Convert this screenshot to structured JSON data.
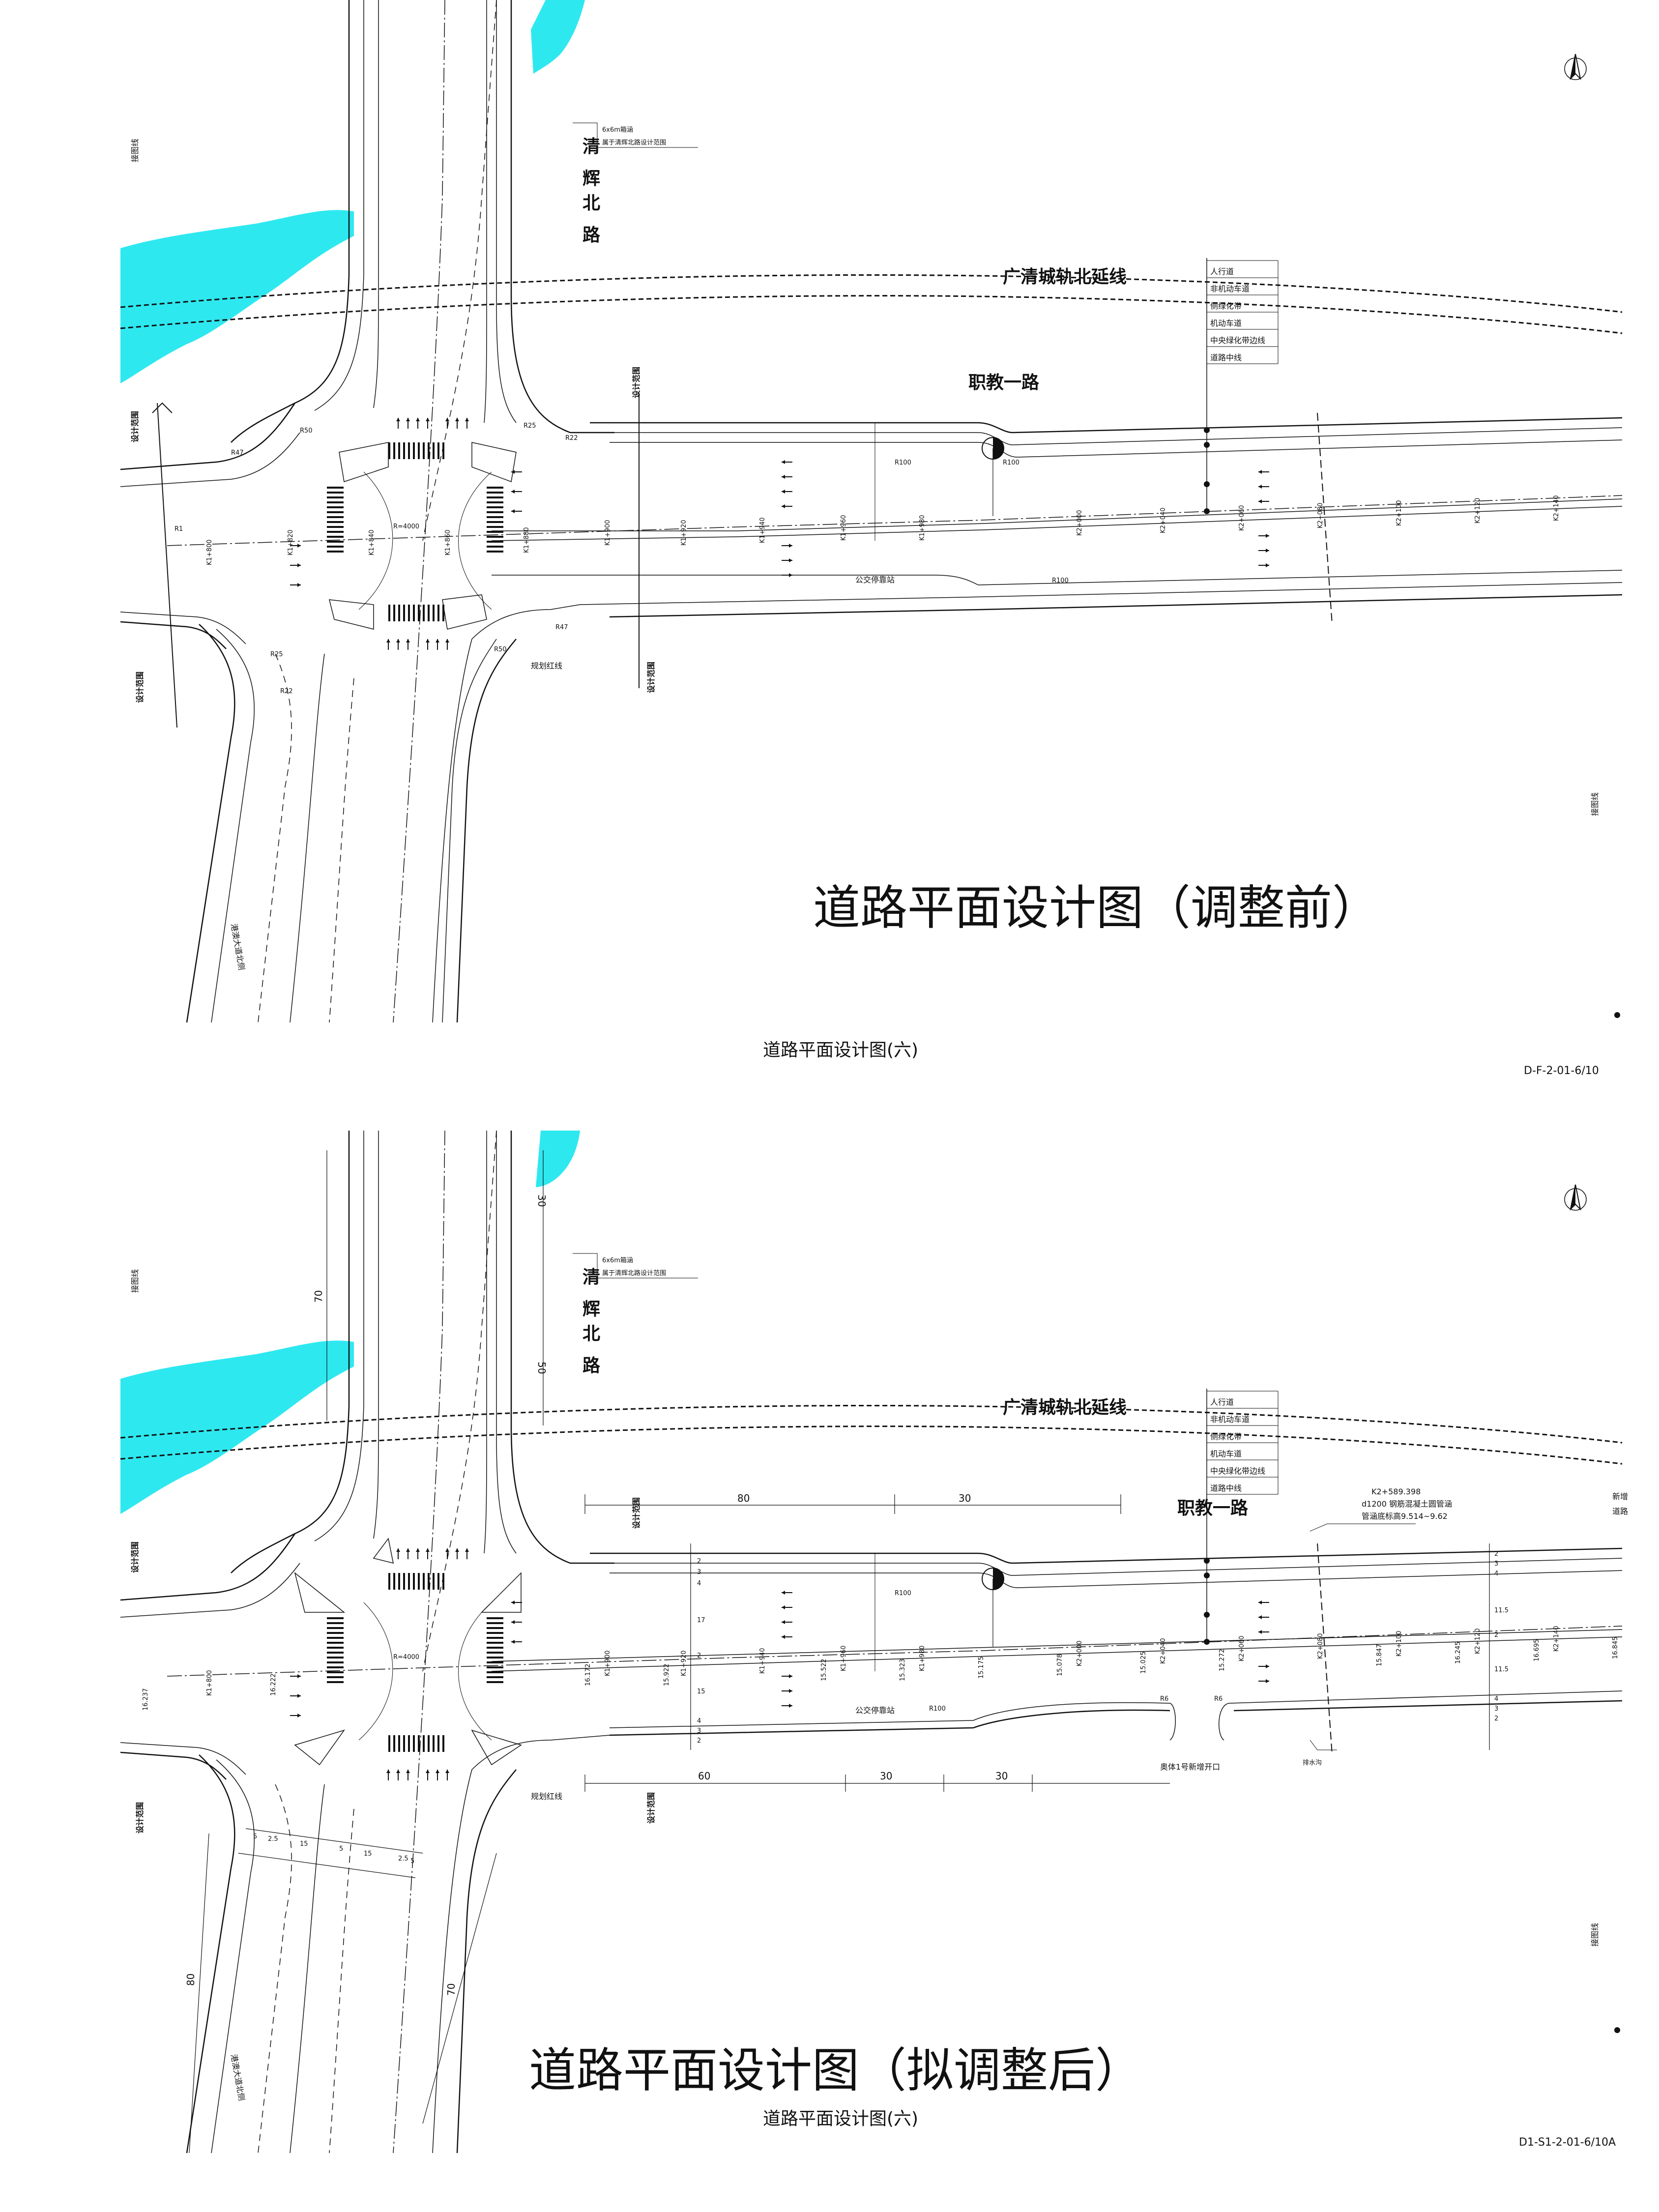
{
  "panels": [
    {
      "id": "before",
      "title": "道路平面设计图（调整前）",
      "subtitle": "道路平面设计图(六)",
      "drawing_no": "D-F-2-01-6/10",
      "road_cross": "清辉北路",
      "road_main": "职教一路",
      "rail_line": "广清城轨北延线",
      "culvert_note": [
        "6x6m箱涵",
        "属于清辉北路设计范围"
      ],
      "design_boundary": "设计范围",
      "match_line": "接图线",
      "red_line": "规划红线",
      "bus_stop": "公交停靠站",
      "legend": [
        "人行道",
        "非机动车道",
        "侧绿化带",
        "机动车道",
        "中央绿化带边线",
        "道路中线"
      ],
      "stations_main": [
        "K1+800",
        "K1+900",
        "K1+920",
        "K1+940",
        "K1+960",
        "K1+980",
        "K2+000",
        "K2+040",
        "K2+060",
        "K2+080",
        "K2+100",
        "K2+120",
        "K2+140"
      ],
      "stations_cross": [
        "K1+820",
        "K1+840",
        "K1+860",
        "K1+880"
      ],
      "radii": [
        "R100",
        "R100",
        "R100",
        "R47",
        "R50",
        "R25",
        "R22",
        "R25",
        "R50",
        "R47",
        "R22",
        "R=4000",
        "R1"
      ]
    },
    {
      "id": "after",
      "title": "道路平面设计图（拟调整后）",
      "subtitle": "道路平面设计图(六)",
      "drawing_no": "D1-S1-2-01-6/10A",
      "road_cross": "清辉北路",
      "road_main": "职教一路",
      "rail_line": "广清城轨北延线",
      "culvert_note": [
        "6x6m箱涵",
        "属于清辉北路设计范围"
      ],
      "design_boundary": "设计范围",
      "match_line": "接图线",
      "red_line": "规划红线",
      "bus_stop": "公交停靠站",
      "opening_note": "奥体1号新增开口",
      "drain_note": "排水沟",
      "pipe_note": [
        "K2+589.398",
        "d1200 钢筋混凝土圆管涵",
        "管涵底标高9.514~9.62"
      ],
      "new_road_note": [
        "新增",
        "道路"
      ],
      "legend": [
        "人行道",
        "非机动车道",
        "侧绿化带",
        "机动车道",
        "中央绿化带边线",
        "道路中线"
      ],
      "stations_main": [
        "K1+800",
        "K1+900",
        "K1+920",
        "K1+940",
        "K1+960",
        "K1+980",
        "K2+000",
        "K2+040",
        "K2+060",
        "K2+080",
        "K2+100",
        "K2+120",
        "K2+140"
      ],
      "elevations": [
        "16.237",
        "16.222",
        "16.172",
        "15.922",
        "15.522",
        "15.323",
        "15.175",
        "15.078",
        "15.025",
        "15.272",
        "15.847",
        "16.245",
        "16.695",
        "16.845"
      ],
      "dims_top": [
        "80",
        "30"
      ],
      "dims_bottom": [
        "60",
        "30",
        "30"
      ],
      "dims_vertical": [
        "70",
        "30",
        "50",
        "70",
        "80"
      ],
      "section_left": [
        "2",
        "3",
        "4",
        "17",
        "2",
        "15",
        "4",
        "3",
        "2"
      ],
      "section_right": [
        "2",
        "3",
        "4",
        "11.5",
        "2",
        "11.5",
        "4",
        "3",
        "2"
      ],
      "section_cross": [
        "5",
        "2.5",
        "15",
        "5",
        "15",
        "2.5",
        "5"
      ],
      "radii": [
        "R100",
        "R100",
        "R6",
        "R6",
        "R=4000"
      ]
    }
  ],
  "colors": {
    "water": "#2ee8f0",
    "line": "#111111",
    "paper": "#ffffff"
  }
}
